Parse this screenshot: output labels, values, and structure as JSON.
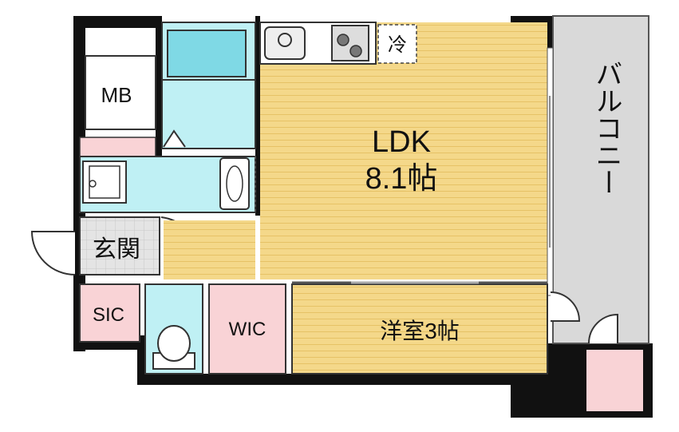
{
  "rooms": {
    "ldk": {
      "name": "LDK",
      "size": "8.1帖"
    },
    "western": {
      "label": "洋室3帖"
    },
    "mb": {
      "label": "MB"
    },
    "entrance": {
      "label": "玄関"
    },
    "sic": {
      "label": "SIC"
    },
    "wic": {
      "label": "WIC"
    },
    "balcony": {
      "label": "バルコニー"
    }
  },
  "fixtures": {
    "fridge": {
      "label": "冷"
    }
  },
  "colors": {
    "wall": "#111111",
    "floor_wood": "#f4d88a",
    "floor_line": "#e6c266",
    "wet_area": "#bff0f4",
    "storage_pink": "#f9d3d6",
    "balcony": "#d9d9d9",
    "entrance_tile": "#dcdcdc"
  }
}
